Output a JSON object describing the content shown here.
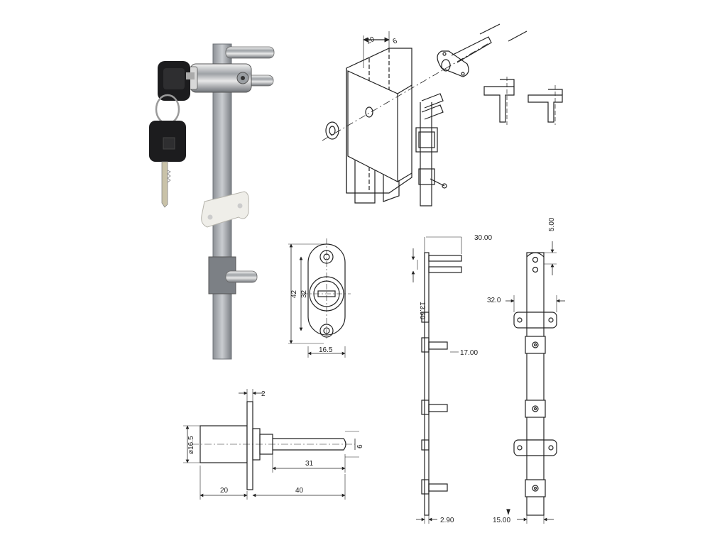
{
  "dimensions": {
    "top_view_width": "20",
    "top_view_small": "6",
    "plate_height_outer": "42",
    "plate_height_inner": "32",
    "plate_width": "16.5",
    "side_flange": "2",
    "side_diameter": "ø16.5",
    "side_bolt_dia": "6",
    "side_bolt_len": "31",
    "side_body_len": "20",
    "side_total_len": "40",
    "rod_pin_len": "30.00",
    "rod_pin_spacing": "13.50",
    "rod_pin_mid": "17.00",
    "rod_thickness": "2.90",
    "front_top": "5.00",
    "front_width_guide": "32.0",
    "front_width": "15.00"
  },
  "colors": {
    "steel": "#b9bcc0",
    "steel_dark": "#8d9196",
    "key_black": "#1c1c1e",
    "line": "#222222"
  },
  "icons": {
    "lock": "lock-icon",
    "key": "key-icon"
  }
}
